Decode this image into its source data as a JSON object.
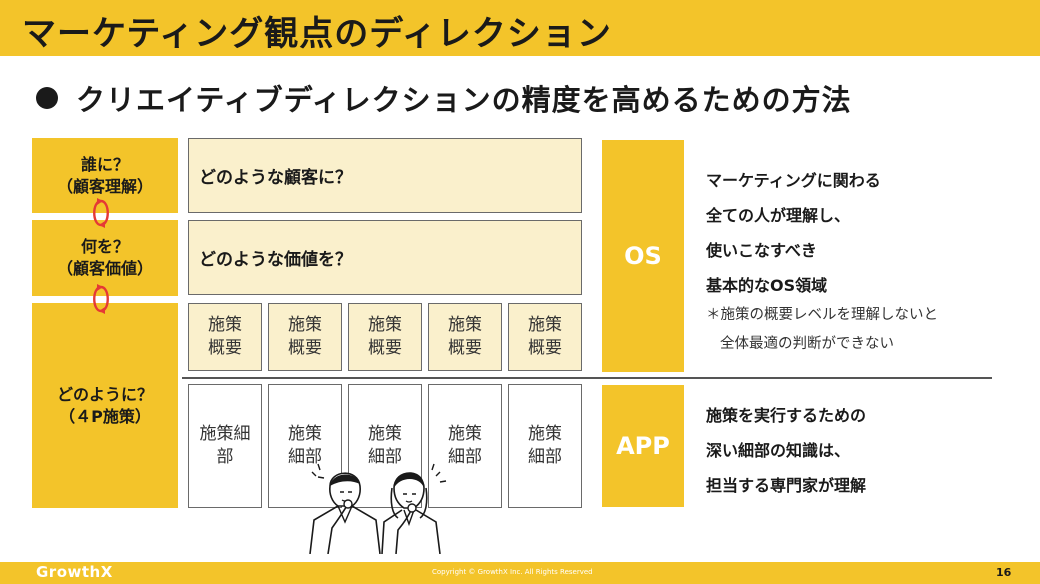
{
  "header": {
    "title": "マーケティング観点のディレクション"
  },
  "subtitle": "クリエイティブディレクションの精度を高めるための方法",
  "side_boxes": [
    {
      "line1": "誰に？",
      "line2": "（顧客理解）"
    },
    {
      "line1": "何を？",
      "line2": "（顧客価値）"
    },
    {
      "line1": "どのように？",
      "line2": "（４P施策）"
    }
  ],
  "wide_boxes": {
    "customer": "どのような顧客に？",
    "value": "どのような価値を？"
  },
  "summaries": [
    {
      "line1": "施策",
      "line2": "概要"
    },
    {
      "line1": "施策",
      "line2": "概要"
    },
    {
      "line1": "施策",
      "line2": "概要"
    },
    {
      "line1": "施策",
      "line2": "概要"
    },
    {
      "line1": "施策",
      "line2": "概要"
    }
  ],
  "details": [
    {
      "line1": "施策細",
      "line2": "部"
    },
    {
      "line1": "施策",
      "line2": "細部"
    },
    {
      "line1": "施策",
      "line2": "細部"
    },
    {
      "line1": "施策",
      "line2": "細部"
    },
    {
      "line1": "施策",
      "line2": "細部"
    }
  ],
  "os": {
    "label": "OS",
    "lines": [
      "マーケティングに関わる",
      "全ての人が理解し、",
      "使いこなすべき",
      "基本的なOS領域"
    ],
    "note": [
      "＊施策の概要レベルを理解しないと",
      "全体最適の判断ができない"
    ]
  },
  "app": {
    "label": "APP",
    "lines": [
      "施策を実行するための",
      "深い細部の知識は、",
      "担当する専門家が理解"
    ]
  },
  "footer": {
    "logo": "GrowthX",
    "copyright": "Copyright © GrowthX Inc. All Rights Reserved",
    "page": "16"
  },
  "colors": {
    "accent": "#f3c42a",
    "light_fill": "#faf0cc",
    "loop_arrow": "#e53935",
    "text": "#1a1a1a"
  }
}
